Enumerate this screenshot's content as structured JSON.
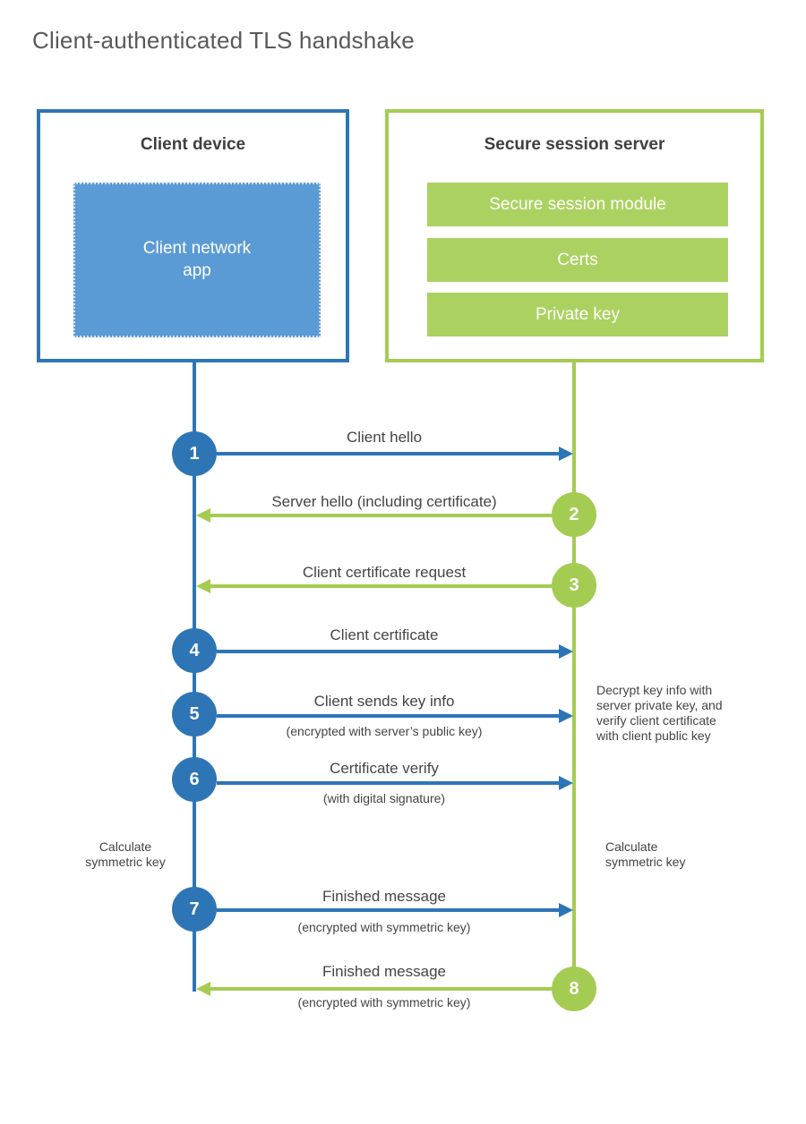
{
  "title": "Client-authenticated TLS handshake",
  "colors": {
    "blue": "#2e75b6",
    "blue_fill": "#5b9bd5",
    "green": "#a4cc52",
    "green_fill": "#abd261",
    "heading": "#3f3f3f",
    "text": "#444444",
    "title_gray": "#595959"
  },
  "client_box": {
    "title": "Client device",
    "app_label": "Client network\napp"
  },
  "server_box": {
    "title": "Secure session server",
    "modules": [
      "Secure session module",
      "Certs",
      "Private key"
    ]
  },
  "steps": [
    {
      "num": "1",
      "label": "Client hello",
      "sub": "",
      "direction": "right"
    },
    {
      "num": "2",
      "label": "Server hello (including certificate)",
      "sub": "",
      "direction": "left"
    },
    {
      "num": "3",
      "label": "Client certificate request",
      "sub": "",
      "direction": "left"
    },
    {
      "num": "4",
      "label": "Client certificate",
      "sub": "",
      "direction": "right"
    },
    {
      "num": "5",
      "label": "Client sends key info",
      "sub": "(encrypted with server’s public key)",
      "direction": "right"
    },
    {
      "num": "6",
      "label": "Certificate verify",
      "sub": "(with digital signature)",
      "direction": "right"
    },
    {
      "num": "7",
      "label": "Finished message",
      "sub": "(encrypted with symmetric key)",
      "direction": "right"
    },
    {
      "num": "8",
      "label": "Finished message",
      "sub": "(encrypted with symmetric key)",
      "direction": "left"
    }
  ],
  "annotations": {
    "decrypt_note": "Decrypt key info with\nserver private key, and\nverify client certificate\nwith client public key",
    "calc_left": "Calculate\nsymmetric key",
    "calc_right": "Calculate\nsymmetric key"
  }
}
